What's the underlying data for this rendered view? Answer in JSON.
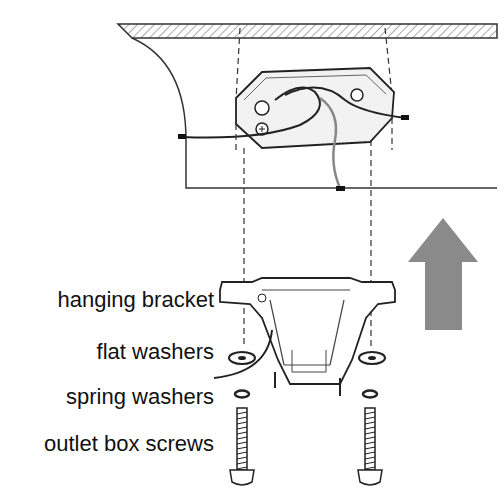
{
  "diagram": {
    "labels": [
      "hanging bracket",
      "flat washers",
      "spring washers",
      "outlet box screws"
    ]
  }
}
